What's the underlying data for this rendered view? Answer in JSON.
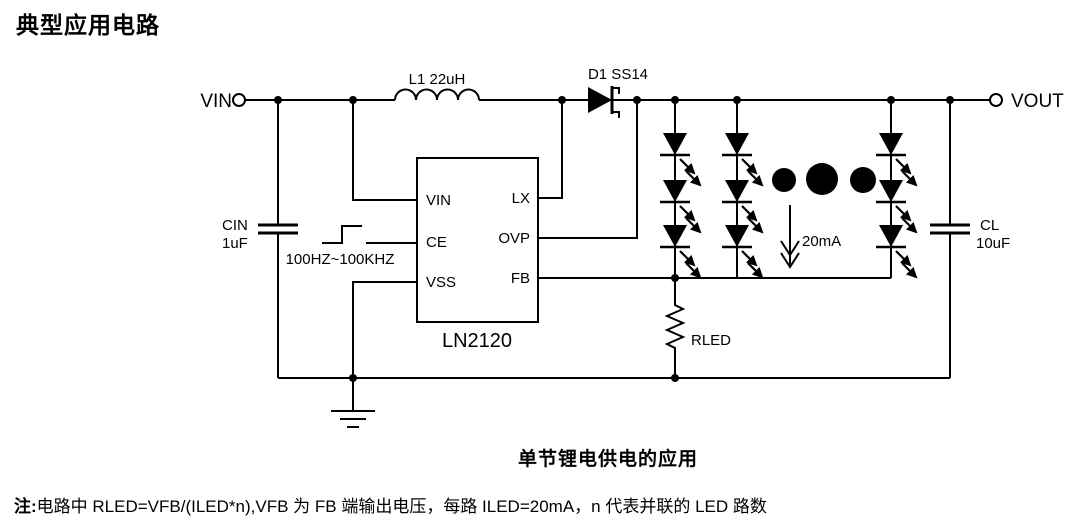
{
  "title": "典型应用电路",
  "caption": "单节锂电供电的应用",
  "note": {
    "prefix": "注:",
    "text": "电路中 RLED=VFB/(ILED*n),VFB 为 FB 端输出电压，每路 ILED=20mA，n 代表并联的 LED 路数"
  },
  "schematic": {
    "terminals": {
      "input": "VIN",
      "output": "VOUT"
    },
    "components": {
      "inductor_label": "L1 22uH",
      "diode_label": "D1 SS14",
      "input_cap_name": "CIN",
      "input_cap_value": "1uF",
      "output_cap_name": "CL",
      "output_cap_value": "10uF",
      "ce_signal_label": "100HZ~100KHZ",
      "led_current_label": "20mA",
      "feedback_resistor_label": "RLED"
    },
    "ic": {
      "name": "LN2120",
      "left_pins": [
        "VIN",
        "CE",
        "VSS"
      ],
      "right_pins": [
        "LX",
        "OVP",
        "FB"
      ]
    }
  },
  "colors": {
    "line": "#000000",
    "background": "#ffffff"
  }
}
